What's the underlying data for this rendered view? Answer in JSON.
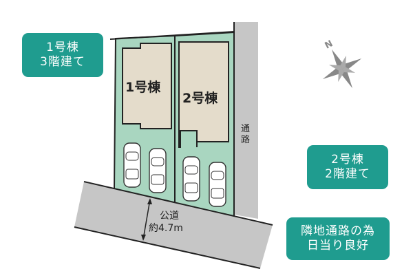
{
  "labels": {
    "building1_floors": {
      "line1": "1号棟",
      "line2": "3階建て"
    },
    "building2_floors": {
      "line1": "2号棟",
      "line2": "2階建て"
    },
    "sunlight_note": {
      "line1": "隣地通路の為",
      "line2": "日当り良好"
    }
  },
  "plan": {
    "building1_name": "1号棟",
    "building2_name": "2号棟",
    "side_passage_line1": "通",
    "side_passage_line2": "路",
    "road_name": "公道",
    "road_width": "約4.7m",
    "compass_north": "N"
  },
  "colors": {
    "label_bg": "#1f9c8f",
    "lot_green": "#a9d6c0",
    "building_beige": "#e4dccb",
    "road_gray": "#c6c6c6",
    "outline": "#222222"
  }
}
